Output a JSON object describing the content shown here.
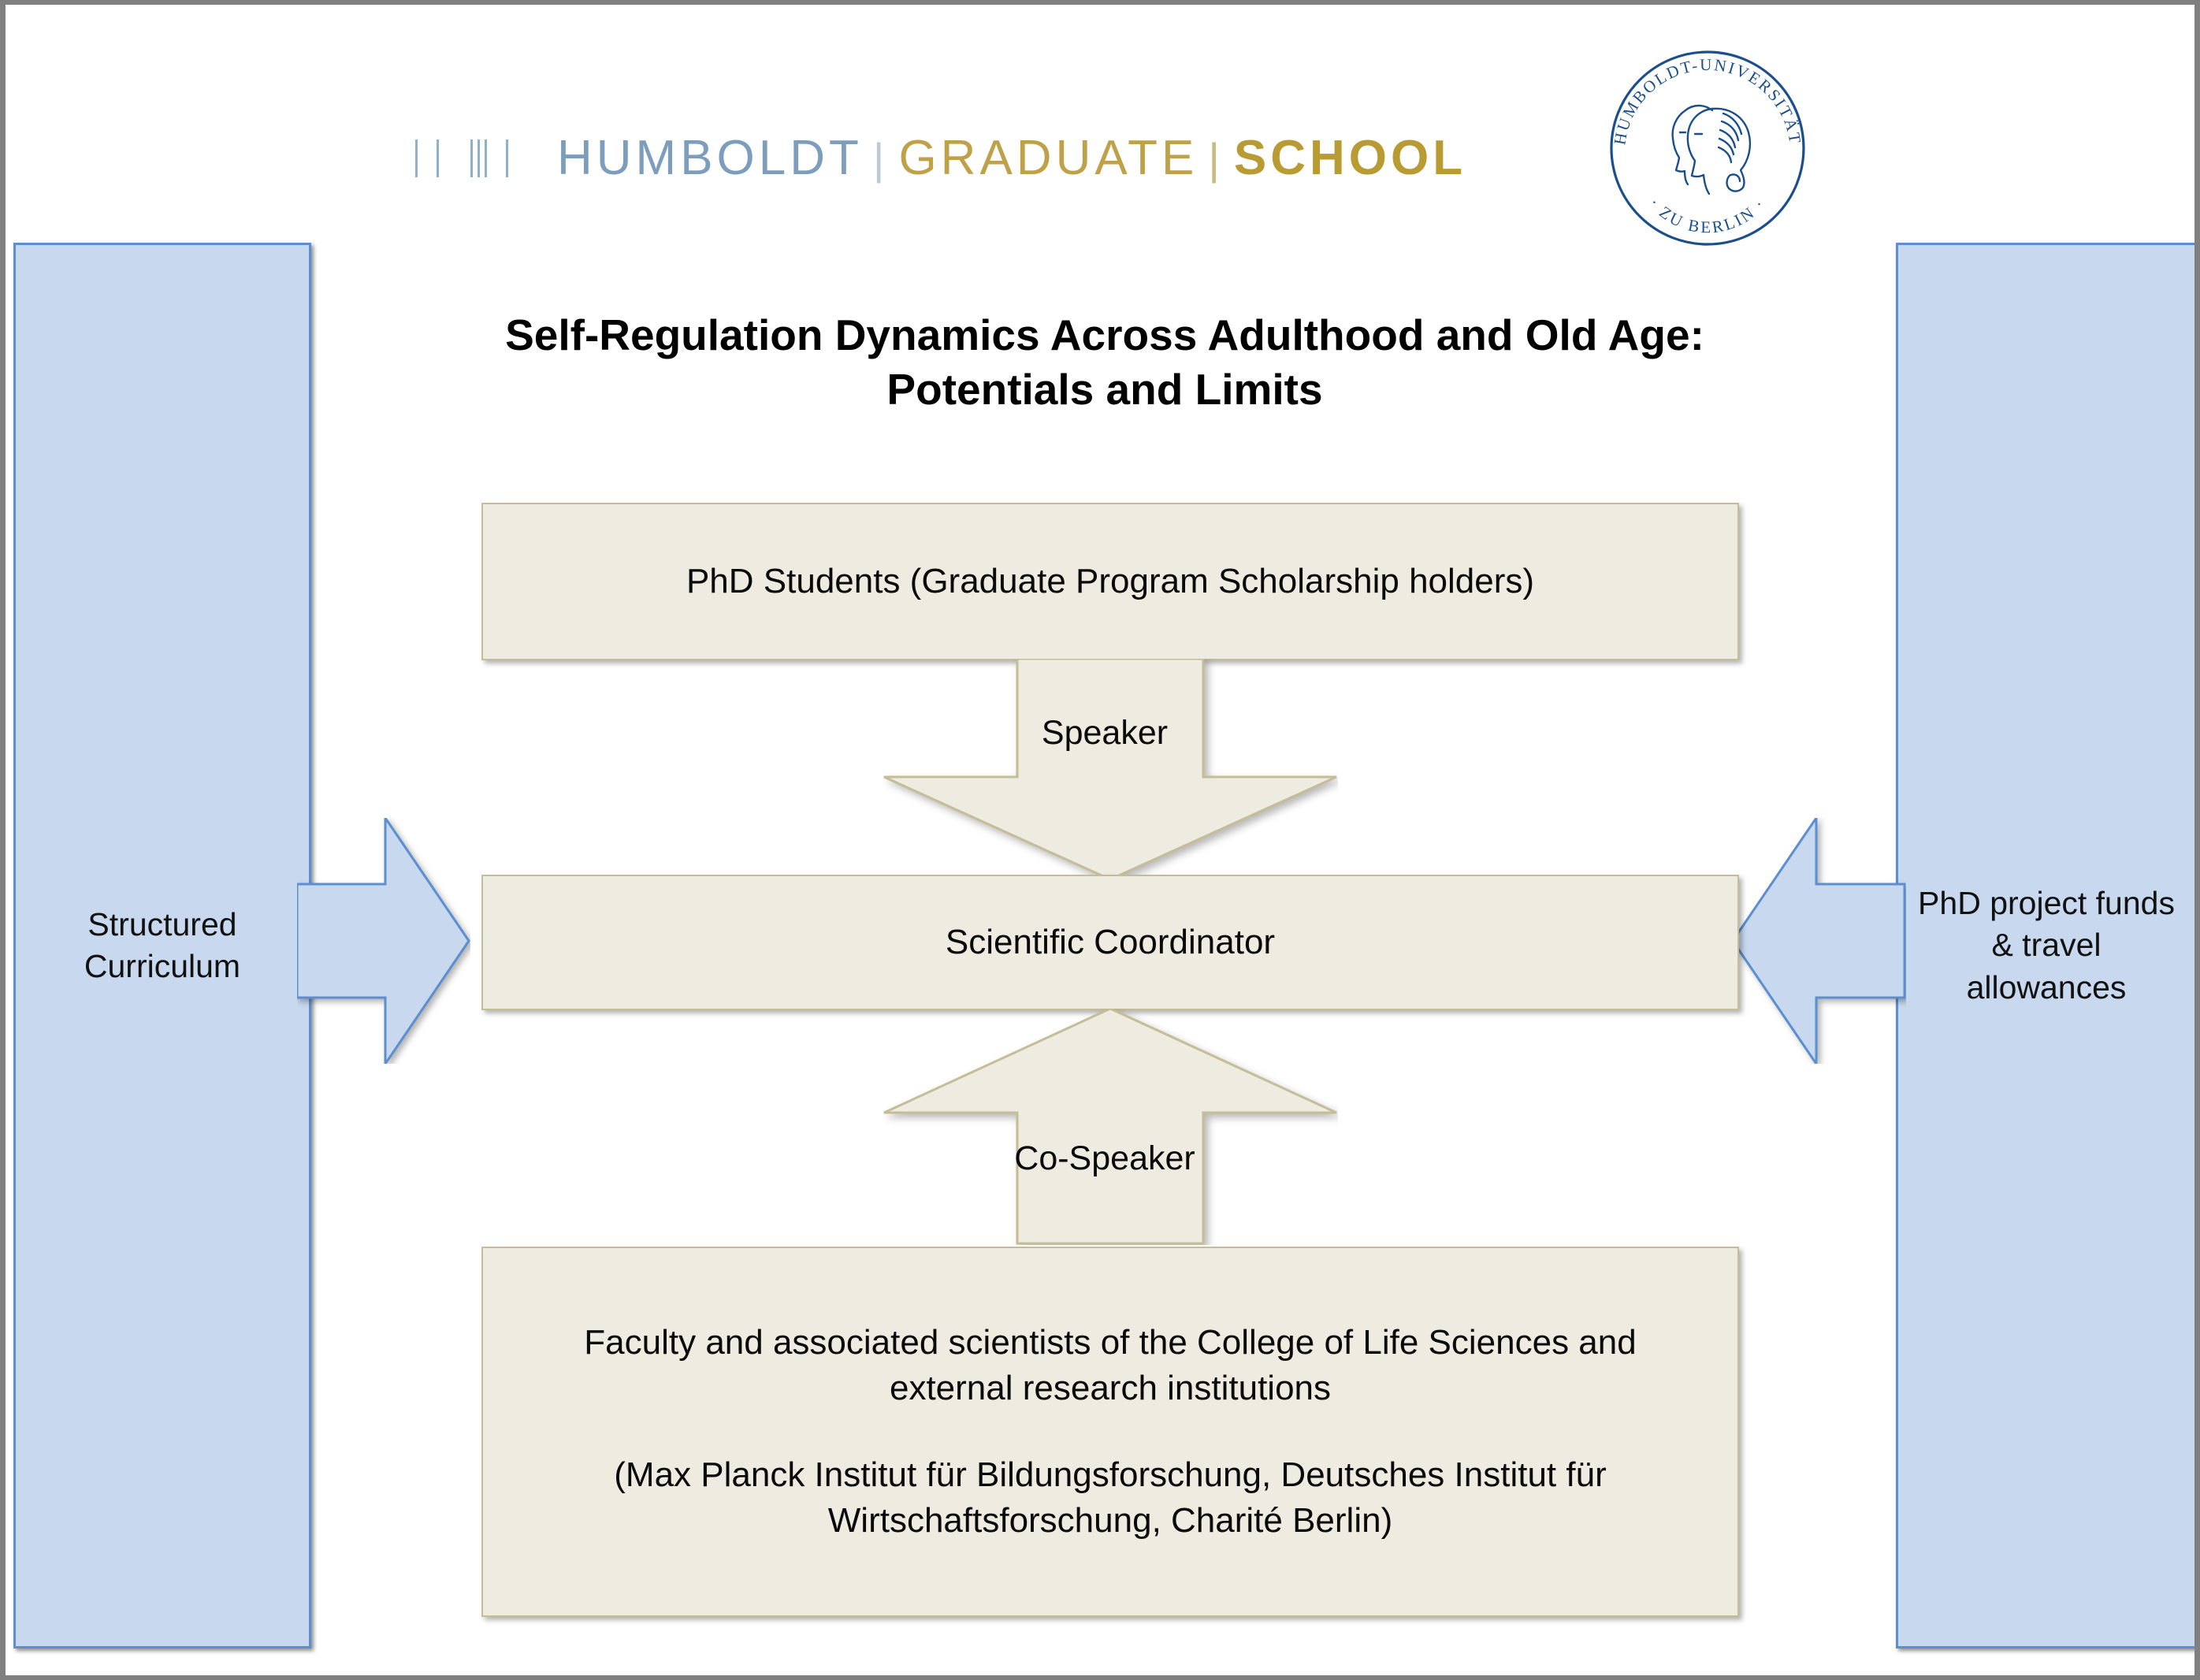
{
  "header": {
    "wordmark": {
      "part1": "HUMBOLDT",
      "sep1": "|",
      "part2": "GRADUATE",
      "sep2": "|",
      "part3": "SCHOOL"
    },
    "seal": {
      "top_text": "HUMBOLDT-UNIVERSITÄT",
      "bottom_text": "ZU BERLIN",
      "alt": "Humboldt-Universität zu Berlin seal"
    }
  },
  "slide": {
    "title": "Self-Regulation Dynamics Across Adulthood and Old Age: Potentials and Limits",
    "title_line1": "Self-Regulation Dynamics Across Adulthood and Old Age:",
    "title_line2": "Potentials and Limits"
  },
  "panels": {
    "left": {
      "label": "Structured Curriculum",
      "color": "#C8D8EF",
      "border_color": "#5B8FD0"
    },
    "right": {
      "label": "PhD project funds & travel allowances",
      "color": "#C8D8EF",
      "border_color": "#5B8FD0"
    }
  },
  "boxes": {
    "students": {
      "label": "PhD Students (Graduate Program Scholarship holders)"
    },
    "coordinator": {
      "label": "Scientific Coordinator"
    },
    "faculty": {
      "line1": "Faculty and associated scientists of the College of Life Sciences and external research institutions",
      "line2": "(Max Planck Institut für Bildungsforschung, Deutsches Institut für Wirtschaftsforschung, Charité Berlin)"
    },
    "fill_color": "#EEECE1",
    "border_color": "#C4BD97"
  },
  "arrows": {
    "down": {
      "caption": "Speaker",
      "direction": "down"
    },
    "up": {
      "caption": "Co-Speaker",
      "direction": "up"
    },
    "left_in": {
      "direction": "right"
    },
    "right_in": {
      "direction": "left"
    }
  }
}
